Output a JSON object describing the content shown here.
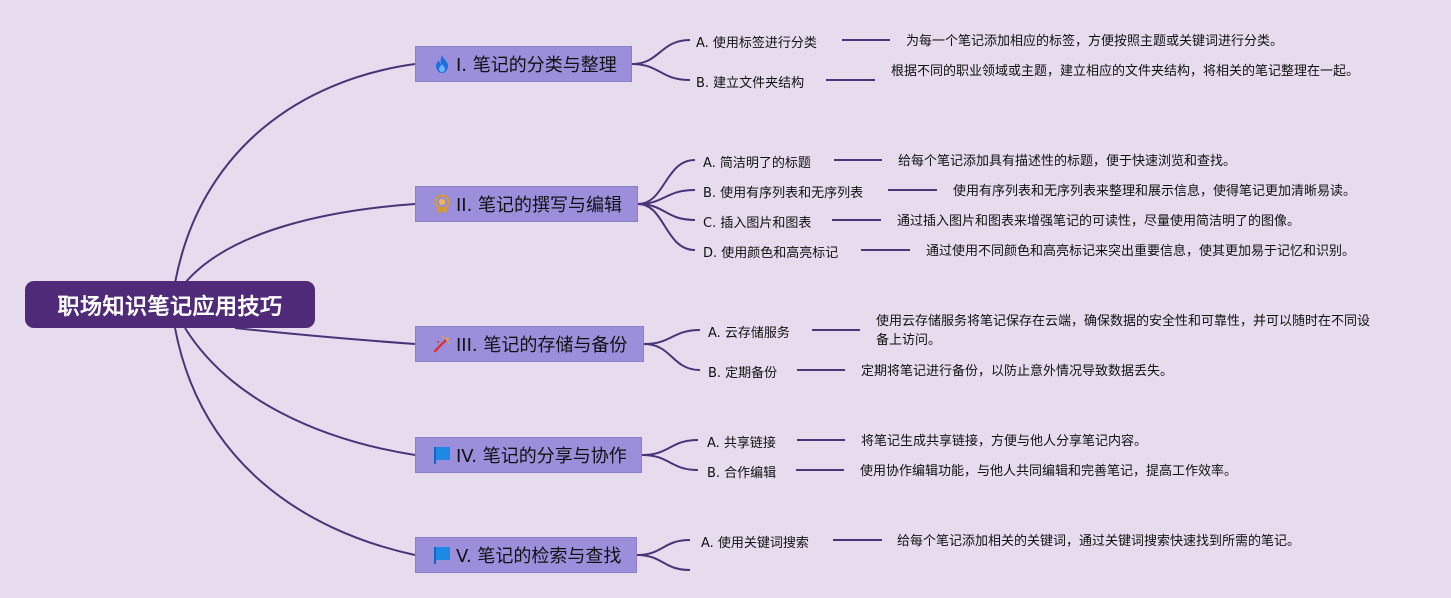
{
  "root": {
    "title": "职场知识笔记应用技巧"
  },
  "branches": [
    {
      "label": "I. 笔记的分类与整理",
      "icon": "flame-icon",
      "items": [
        {
          "label": "A. 使用标签进行分类",
          "desc": "为每一个笔记添加相应的标签，方便按照主题或关键词进行分类。"
        },
        {
          "label": "B. 建立文件夹结构",
          "desc": "根据不同的职业领域或主题，建立相应的文件夹结构，将相关的笔记整理在一起。"
        }
      ]
    },
    {
      "label": "II. 笔记的撰写与编辑",
      "icon": "medal-icon",
      "items": [
        {
          "label": "A. 简洁明了的标题",
          "desc": "给每个笔记添加具有描述性的标题，便于快速浏览和查找。"
        },
        {
          "label": "B. 使用有序列表和无序列表",
          "desc": "使用有序列表和无序列表来整理和展示信息，使得笔记更加清晰易读。"
        },
        {
          "label": "C. 插入图片和图表",
          "desc": "通过插入图片和图表来增强笔记的可读性，尽量使用简洁明了的图像。"
        },
        {
          "label": "D. 使用颜色和高亮标记",
          "desc": "通过使用不同颜色和高亮标记来突出重要信息，使其更加易于记忆和识别。"
        }
      ]
    },
    {
      "label": "III. 笔记的存储与备份",
      "icon": "wand-icon",
      "items": [
        {
          "label": "A. 云存储服务",
          "desc": "使用云存储服务将笔记保存在云端，确保数据的安全性和可靠性，并可以随时在不同设备上访问。"
        },
        {
          "label": "B. 定期备份",
          "desc": "定期将笔记进行备份，以防止意外情况导致数据丢失。"
        }
      ]
    },
    {
      "label": "IV. 笔记的分享与协作",
      "icon": "flag-icon",
      "items": [
        {
          "label": "A. 共享链接",
          "desc": "将笔记生成共享链接，方便与他人分享笔记内容。"
        },
        {
          "label": "B. 合作编辑",
          "desc": "使用协作编辑功能，与他人共同编辑和完善笔记，提高工作效率。"
        }
      ]
    },
    {
      "label": "V. 笔记的检索与查找",
      "icon": "flag-icon",
      "items": [
        {
          "label": "A. 使用关键词搜索",
          "desc": "给每个笔记添加相关的关键词，通过关键词搜索快速找到所需的笔记。"
        }
      ]
    }
  ],
  "colors": {
    "background": "#e6dcee",
    "root": "#4e2a78",
    "branch": "#9b8fdc",
    "line": "#4a3478"
  }
}
